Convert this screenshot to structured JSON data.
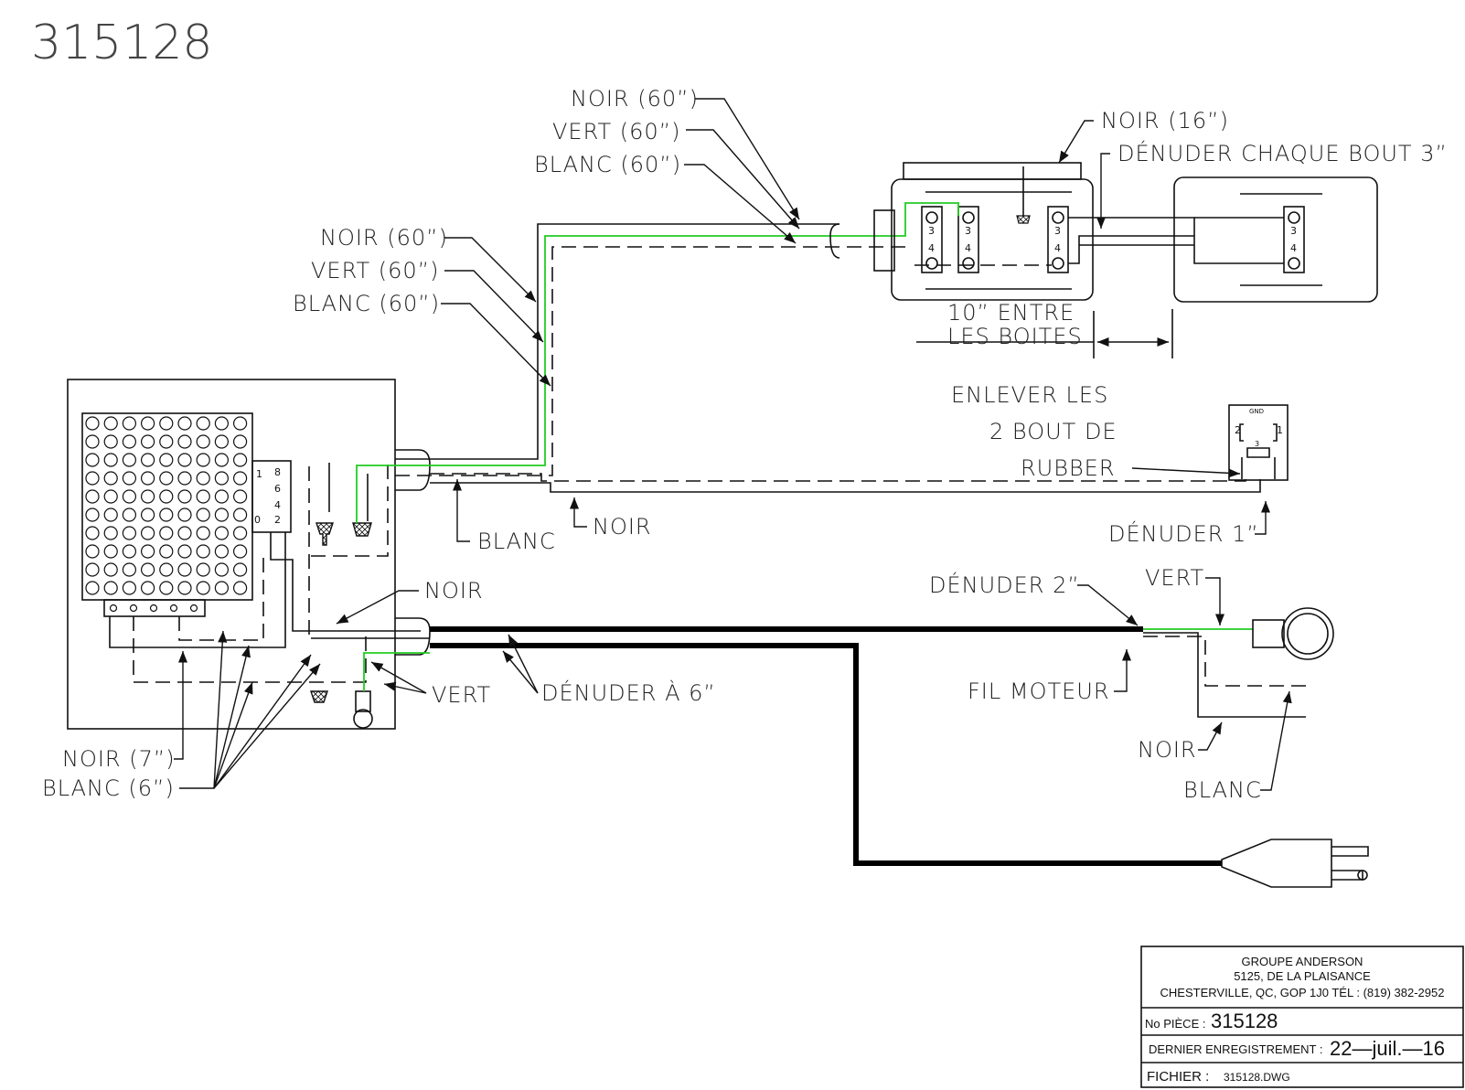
{
  "drawing_number": "315128",
  "colors": {
    "wire": "#111111",
    "ground_wire": "#22cc22",
    "background": "#ffffff"
  },
  "labels": {
    "noir_60_top": "NOIR (60”)",
    "vert_60_top": "VERT (60”)",
    "blanc_60_top": "BLANC (60”)",
    "noir_60_mid": "NOIR (60”)",
    "vert_60_mid": "VERT (60”)",
    "blanc_60_mid": "BLANC (60”)",
    "noir_16": "NOIR (16”)",
    "denuder_chaque_bout": "DÉNUDER CHAQUE BOUT 3”",
    "entre_boites_1": "10” ENTRE",
    "entre_boites_2": "LES BOITES",
    "enlever_1": "ENLEVER LES",
    "enlever_2": "2 BOUT DE",
    "enlever_3": "RUBBER",
    "blanc_box": "BLANC",
    "noir_box": "NOIR",
    "denuder_1": "DÉNUDER 1”",
    "noir_left": "NOIR",
    "denuder_2": "DÉNUDER 2”",
    "vert_right": "VERT",
    "vert_left": "VERT",
    "denuder_6": "DÉNUDER À 6”",
    "fil_moteur": "FIL MOTEUR",
    "noir_7": "NOIR (7”)",
    "blanc_6": "BLANC (6”)",
    "noir_motor": "NOIR",
    "blanc_motor": "BLANC"
  },
  "connector": {
    "gnd": "GND",
    "tab_2": "2",
    "tab_1": "1",
    "tab_3": "3"
  },
  "switch_terminals": [
    "1",
    "8",
    "6",
    "4",
    "0",
    "2"
  ],
  "terminal_numbers": [
    "3",
    "4"
  ],
  "title_block": {
    "company": "GROUPE ANDERSON",
    "address": "5125, DE LA PLAISANCE",
    "city_phone": "CHESTERVILLE, QC, GOP 1J0 TÉL : (819) 382-2952",
    "part_label": "No PIÈCE :",
    "part_value": "315128",
    "saved_label": "DERNIER ENREGISTREMENT :",
    "saved_value": "22—juil.—16",
    "file_label": "FICHIER :",
    "file_value": "315128.DWG"
  }
}
